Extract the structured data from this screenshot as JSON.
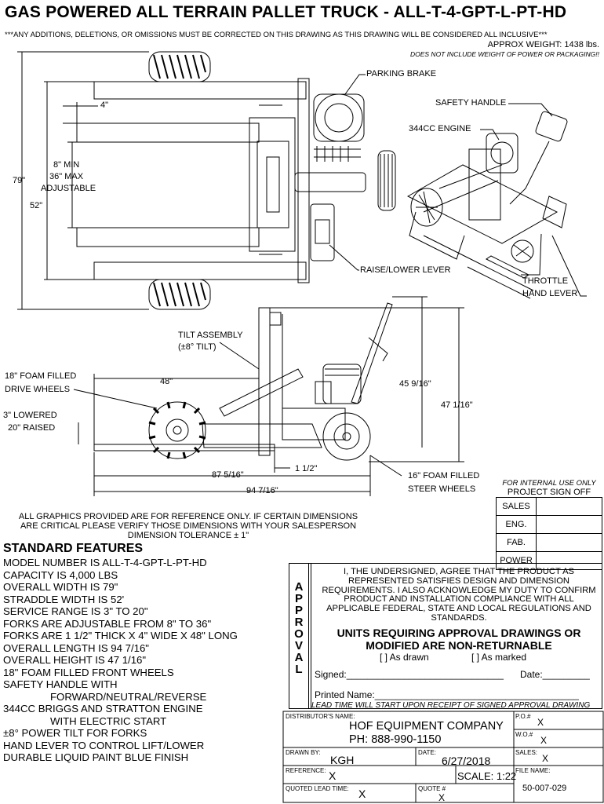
{
  "header": {
    "title": "GAS POWERED ALL TERRAIN PALLET TRUCK - ALL-T-4-GPT-L-PT-HD",
    "notice": "***ANY ADDITIONS, DELETIONS, OR OMISSIONS MUST BE CORRECTED ON THIS DRAWING AS THIS DRAWING WILL BE CONSIDERED ALL INCLUSIVE***",
    "weight": "APPROX WEIGHT: 1438 lbs.",
    "weight_note": "DOES NOT INCLUDE WEIGHT OF POWER OR PACKAGING!!"
  },
  "callouts": {
    "parking_brake": "PARKING BRAKE",
    "safety_handle": "SAFETY HANDLE",
    "engine": "344CC ENGINE",
    "raise_lower": "RAISE/LOWER LEVER",
    "throttle_1": "THROTTLE",
    "throttle_2": "HAND LEVER",
    "tilt_1": "TILT ASSEMBLY",
    "tilt_2": "(±8° TILT)",
    "drive_1": "18\" FOAM FILLED",
    "drive_2": "DRIVE WHEELS",
    "lowered": "3\" LOWERED",
    "raised": "20\" RAISED",
    "steer_1": "16\" FOAM FILLED",
    "steer_2": "STEER WHEELS"
  },
  "dimensions": {
    "fork_width": "4\"",
    "adjust_1": "8\" MIN",
    "adjust_2": "36\" MAX",
    "adjust_3": "ADJUSTABLE",
    "overall_width": "79\"",
    "straddle": "52\"",
    "fork_length": "48\"",
    "height_1": "45 9/16\"",
    "height_2": "47 1/16\"",
    "thickness": "1 1/2\"",
    "length_1": "87 5/16\"",
    "length_2": "94 7/16\""
  },
  "disclaimer": {
    "line1": "ALL GRAPHICS PROVIDED ARE FOR REFERENCE ONLY. IF CERTAIN DIMENSIONS",
    "line2": "ARE CRITICAL PLEASE VERIFY THOSE DIMENSIONS WITH YOUR SALESPERSON",
    "line3": "DIMENSION TOLERANCE ± 1\""
  },
  "features": {
    "title": "STANDARD FEATURES",
    "items": [
      "MODEL NUMBER IS ALL-T-4-GPT-L-PT-HD",
      "CAPACITY IS 4,000 LBS",
      "OVERALL WIDTH IS  79\"",
      "STRADDLE WIDTH IS  52'",
      "SERVICE RANGE IS 3\" TO 20\"",
      "FORKS ARE ADJUSTABLE FROM 8\" TO 36\"",
      "FORKS ARE  1 1/2\"  THICK X  4\"  WIDE X  48\"  LONG",
      "OVERALL LENGTH IS  94 7/16\"",
      "OVERALL HEIGHT IS  47 1/16\"",
      "18\" FOAM FILLED FRONT WHEELS",
      "SAFETY HANDLE WITH",
      "FORWARD/NEUTRAL/REVERSE",
      "344CC BRIGGS AND STRATTON ENGINE",
      "WITH ELECTRIC START",
      "±8° POWER TILT FOR FORKS",
      "HAND LEVER TO CONTROL LIFT/LOWER",
      "DURABLE LIQUID PAINT BLUE FINISH"
    ]
  },
  "signoff": {
    "header1": "FOR INTERNAL USE ONLY",
    "header2": "PROJECT SIGN OFF",
    "rows": [
      "SALES",
      "ENG.",
      "FAB.",
      "POWER"
    ]
  },
  "approval": {
    "vertical": "APPROVAL",
    "text": "I, THE UNDERSIGNED, AGREE THAT THE PRODUCT AS REPRESENTED SATISFIES DESIGN AND DIMENSION REQUIREMENTS. I ALSO ACKNOWLEDGE MY DUTY TO CONFIRM PRODUCT AND INSTALLATION COMPLIANCE WITH ALL APPLICABLE FEDERAL, STATE AND LOCAL REGULATIONS AND STANDARDS.",
    "bold": "UNITS REQUIRING APPROVAL DRAWINGS OR MODIFIED ARE NON-RETURNABLE",
    "as_drawn": "[   ] As drawn",
    "as_marked": "[   ] As marked",
    "signed": "Signed:______________________________",
    "date": "Date:_________",
    "printed": "Printed Name:_______________________________________",
    "lead_note": "LEAD TIME WILL START UPON RECEIPT OF SIGNED APPROVAL DRAWING"
  },
  "title_block": {
    "distributor_cap": "DISTRIBUTOR'S NAME:",
    "company": "HOF EQUIPMENT COMPANY",
    "phone": "PH: 888-990-1150",
    "po_cap": "P.O.#",
    "po": "X",
    "wo_cap": "W.O.#",
    "wo": "X",
    "drawn_cap": "DRAWN BY:",
    "drawn": "KGH",
    "date_cap": "DATE:",
    "date": "6/27/2018",
    "sales_cap": "SALES:",
    "sales": "X",
    "ref_cap": "REFERENCE:",
    "ref": "X",
    "scale": "SCALE: 1:22",
    "file_cap": "FILE NAME:",
    "file": "50-007-029",
    "lead_cap": "QUOTED LEAD TIME:",
    "lead": "X",
    "quote_cap": "QUOTE #",
    "quote": "X"
  }
}
